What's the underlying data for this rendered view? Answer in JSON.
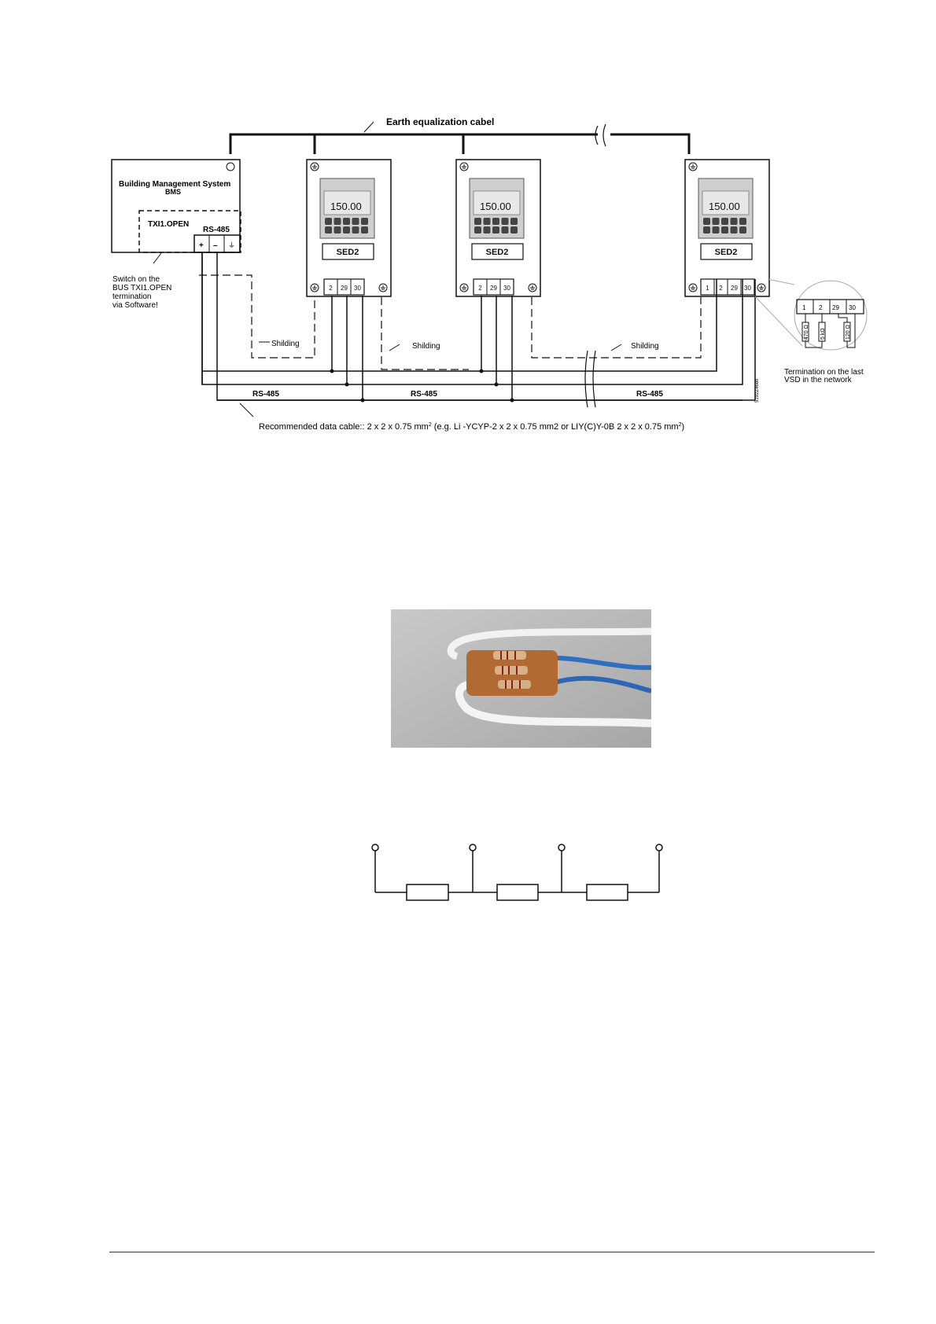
{
  "diagram": {
    "earth_label": "Earth equalization cabel",
    "bms": {
      "title": "Building Management System",
      "subtitle": "BMS",
      "module": "TXI1.OPEN",
      "port": "RS-485",
      "terminals": [
        "+",
        "–",
        "⏚"
      ],
      "switch_note": [
        "Switch on the",
        "BUS TXI1.OPEN",
        "termination",
        "via Software!"
      ]
    },
    "drives": [
      {
        "label": "SED2",
        "display": "150.00",
        "terminals": [
          "2",
          "29",
          "30"
        ]
      },
      {
        "label": "SED2",
        "display": "150.00",
        "terminals": [
          "2",
          "29",
          "30"
        ]
      },
      {
        "label": "SED2",
        "display": "150.00",
        "terminals": [
          "1",
          "2",
          "29",
          "30"
        ]
      }
    ],
    "shield_label": "Shilding",
    "bus_label": "RS-485",
    "termination": {
      "terminals": [
        "1",
        "2",
        "29",
        "30"
      ],
      "resistors": [
        "470 Ω",
        "5 kΩ",
        "120 Ω"
      ],
      "note": [
        "Termination on the last",
        "VSD in the network"
      ]
    },
    "drawing_number": "5192Z46en",
    "cable_note_parts": [
      "Recommended data cable:: 2 x 2 x 0.75 mm",
      "2",
      " (e.g. Li -YCYP-2 x 2 x 0.75 mm2  or  LIY(C)Y-0B 2 x 2 x 0.75 mm",
      "2",
      ")"
    ]
  },
  "photo": {
    "description_icon": "termination-resistor-photo"
  },
  "schematic": {
    "node_count": 4,
    "resistor_count": 3
  }
}
